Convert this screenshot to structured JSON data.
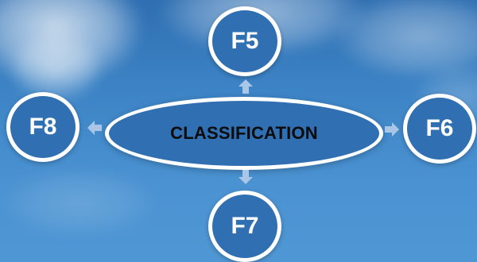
{
  "diagram": {
    "center": {
      "label": "CLASSIFICATION"
    },
    "nodes": {
      "top": "F5",
      "right": "F6",
      "bottom": "F7",
      "left": "F8"
    }
  },
  "colors": {
    "sky": "#3d84c6",
    "node_fill": "#2f6fb2",
    "node_border": "#ffffff",
    "arrow": "#a9c6e6",
    "center_text": "#0c0c0c",
    "node_text": "#ffffff"
  },
  "icons": {
    "up": "arrow-up-icon",
    "right": "arrow-right-icon",
    "down": "arrow-down-icon",
    "left": "arrow-left-icon"
  }
}
